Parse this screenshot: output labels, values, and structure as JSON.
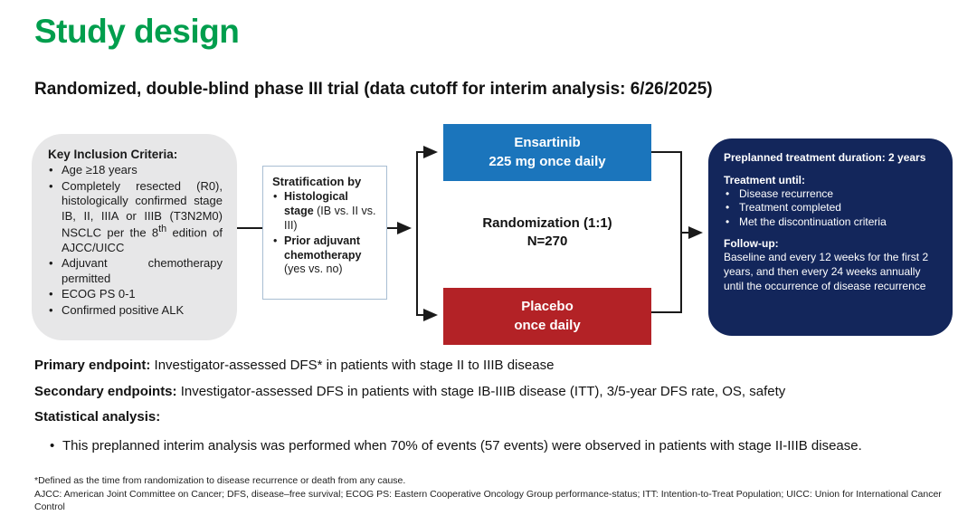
{
  "slide": {
    "title": "Study design",
    "subtitle": "Randomized, double-blind phase III trial (data cutoff for interim analysis: 6/26/2025)"
  },
  "colors": {
    "title_green": "#009E4D",
    "ensartinib_blue": "#1B75BC",
    "placebo_red": "#B32226",
    "plan_navy": "#13265B",
    "inclusion_gray": "#E7E7E8"
  },
  "inclusion": {
    "heading": "Key Inclusion Criteria:",
    "item1": "Age ≥18 years",
    "item2_pre": "Completely resected (R0), histologically confirmed stage IB, II, IIIA or IIIB (T3N2M0) NSCLC per the 8",
    "item2_sup": "th",
    "item2_post": " edition of AJCC/UICC",
    "item3": "Adjuvant chemotherapy permitted",
    "item4": "ECOG PS 0-1",
    "item5": "Confirmed positive ALK"
  },
  "stratification": {
    "heading": "Stratification by",
    "item1_bold": "Histological stage",
    "item1_rest": " (IB vs. II vs. III)",
    "item2_bold": "Prior adjuvant chemotherapy",
    "item2_rest": " (yes vs. no)"
  },
  "arms": {
    "ensartinib_line1": "Ensartinib",
    "ensartinib_line2": "225 mg once daily",
    "placebo_line1": "Placebo",
    "placebo_line2": "once daily"
  },
  "randomization": {
    "line1": "Randomization (1:1)",
    "line2": "N=270"
  },
  "treatment_plan": {
    "duration": "Preplanned treatment duration: 2 years",
    "until_heading": "Treatment until:",
    "until_items": [
      "Disease recurrence",
      "Treatment completed",
      "Met the discontinuation criteria"
    ],
    "followup_heading": "Follow-up:",
    "followup_text": "Baseline and every 12 weeks for the first 2 years, and then every 24 weeks annually until the occurrence of disease recurrence"
  },
  "endpoints": {
    "primary_label": "Primary endpoint:",
    "primary_text": " Investigator-assessed DFS* in patients with stage II to IIIB disease",
    "secondary_label": "Secondary endpoints:",
    "secondary_text": " Investigator-assessed DFS in patients with stage IB-IIIB disease (ITT), 3/5-year DFS rate, OS, safety",
    "statistical_label": "Statistical analysis:",
    "statistical_bullet": "This preplanned interim analysis was performed when 70% of events (57 events) were observed in patients with stage II-IIIB disease."
  },
  "footnotes": {
    "line1": "*Defined as the time from randomization to disease recurrence or death from any cause.",
    "line2": "AJCC: American Joint Committee on Cancer; DFS, disease–free survival; ECOG PS: Eastern Cooperative Oncology Group performance-status; ITT: Intention-to-Treat Population; UICC: Union for International Cancer Control"
  }
}
